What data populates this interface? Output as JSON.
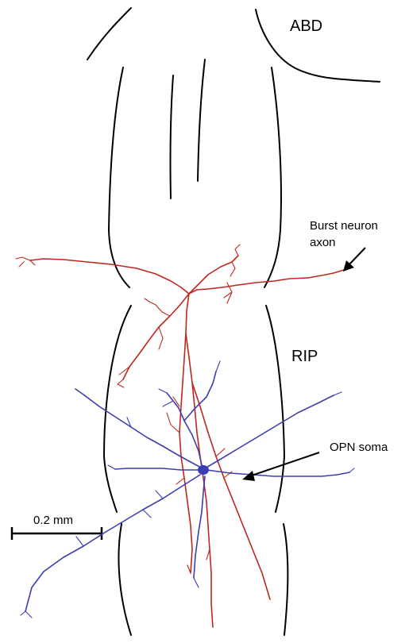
{
  "labels": {
    "abd": "ABD",
    "burst_line1": "Burst neuron",
    "burst_line2": "axon",
    "rip": "RIP",
    "opn_soma": "OPN soma",
    "scale_bar": "0.2 mm"
  },
  "colors": {
    "outline": "#000000",
    "burst_neuron": "#c0261e",
    "opn_neuron": "#3a3db4",
    "background": "#ffffff"
  }
}
